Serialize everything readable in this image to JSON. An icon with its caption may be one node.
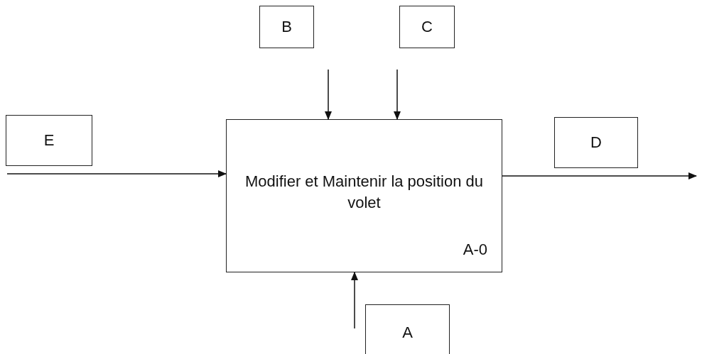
{
  "diagram": {
    "nodes": [
      {
        "text": [
          "B"
        ]
      },
      {
        "text": [
          "C"
        ]
      },
      {
        "text": [
          "E"
        ]
      },
      {
        "text": [
          "Modifier et Maintenir la position du volet",
          "A-0"
        ]
      },
      {
        "text": [
          "D"
        ]
      },
      {
        "text": [
          "A"
        ]
      }
    ],
    "edges": [
      {
        "from": null,
        "to": 3,
        "arrow": "to"
      },
      {
        "from": null,
        "to": 3,
        "arrow": "to"
      },
      {
        "from": 2,
        "to": 3,
        "arrow": "to"
      },
      {
        "from": 3,
        "to": null,
        "arrow": "to"
      },
      {
        "from": null,
        "to": 3,
        "arrow": "to"
      }
    ]
  }
}
